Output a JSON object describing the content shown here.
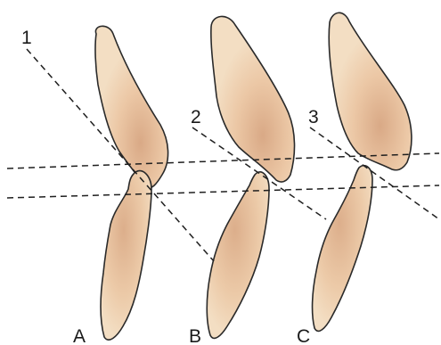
{
  "figure": {
    "line_labels": [
      "1",
      "2",
      "3"
    ],
    "panel_labels": [
      "A",
      "B",
      "C"
    ],
    "colors": {
      "tooth_fill": "#f2dcc0",
      "tooth_shade": "#d9a986",
      "outline": "#2a2a2a",
      "dashed_line": "#1f1f1f"
    }
  }
}
